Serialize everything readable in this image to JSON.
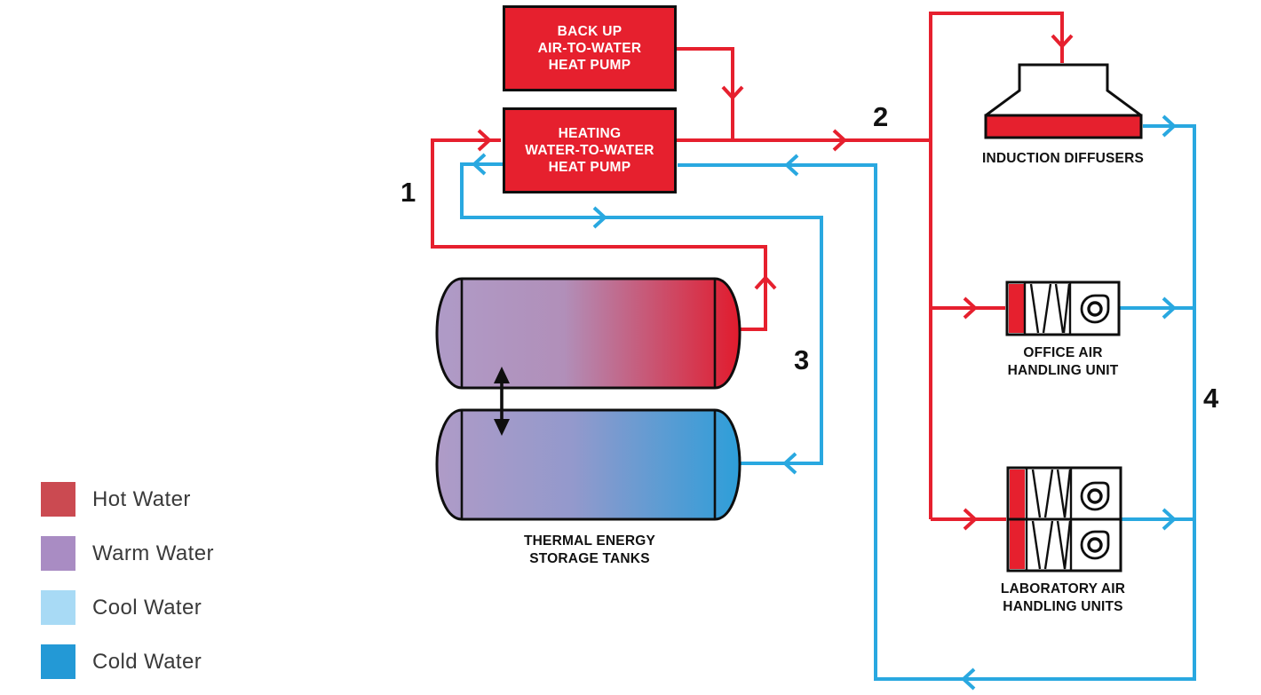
{
  "legend": {
    "items": [
      {
        "id": "hot-water",
        "label": "Hot Water",
        "color": "#cb4a51"
      },
      {
        "id": "warm-water",
        "label": "Warm Water",
        "color": "#a98cc3"
      },
      {
        "id": "cool-water",
        "label": "Cool Water",
        "color": "#a8daf5"
      },
      {
        "id": "cold-water",
        "label": "Cold Water",
        "color": "#2399d6"
      }
    ]
  },
  "components": {
    "backup_heat_pump": {
      "line1": "BACK UP",
      "line2": "AIR-TO-WATER",
      "line3": "HEAT PUMP"
    },
    "heating_heat_pump": {
      "line1": "HEATING",
      "line2": "WATER-TO-WATER",
      "line3": "HEAT PUMP"
    },
    "induction_diffusers": {
      "label": "INDUCTION DIFFUSERS"
    },
    "office_ahu": {
      "line1": "OFFICE AIR",
      "line2": "HANDLING UNIT"
    },
    "laboratory_ahu": {
      "line1": "LABORATORY AIR",
      "line2": "HANDLING UNITS"
    },
    "storage_tanks": {
      "line1": "THERMAL ENERGY",
      "line2": "STORAGE TANKS"
    }
  },
  "pipe_numbers": {
    "n1": "1",
    "n2": "2",
    "n3": "3",
    "n4": "4"
  },
  "colors": {
    "hot": "#e6202e",
    "cold": "#29a8e0",
    "ink": "#0e0e0e",
    "tank_purple": "#af9bc7",
    "tank_red": "#e11b2d",
    "tank_blue": "#2d9ed9"
  }
}
